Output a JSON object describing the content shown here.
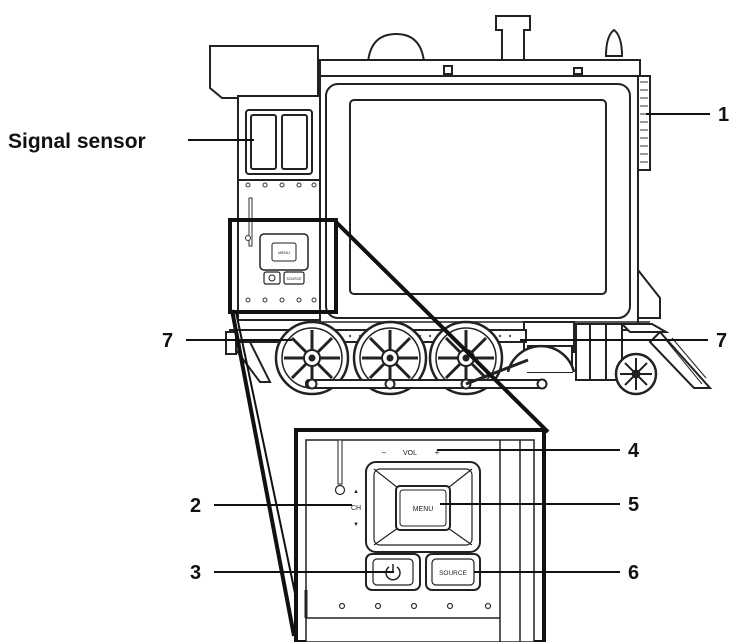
{
  "callouts": {
    "signal_sensor": "Signal sensor",
    "c1": "1",
    "c2": "2",
    "c3": "3",
    "c4": "4",
    "c5": "5",
    "c6": "6",
    "c7_left": "7",
    "c7_right": "7"
  },
  "panel": {
    "vol_label": "VOL",
    "vol_minus": "–",
    "vol_plus": "+",
    "ch_label": "CH",
    "ch_up": "▲",
    "ch_down": "▼",
    "menu_label": "MENU",
    "source_label": "SOURCE",
    "power_symbol": "⏻",
    "small_menu_label": "MENU",
    "small_source_label": "SOURCE"
  }
}
